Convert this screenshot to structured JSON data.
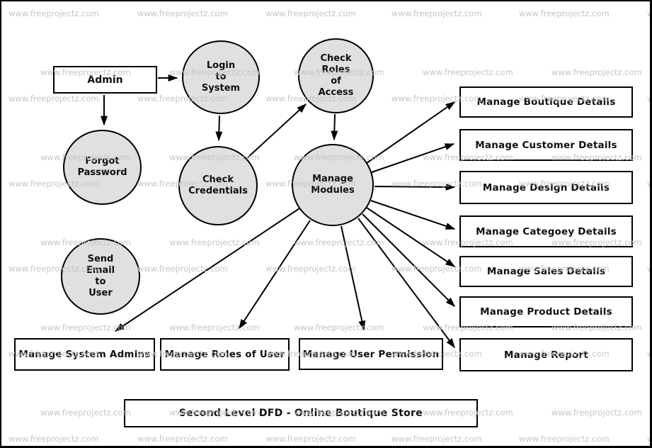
{
  "diagram": {
    "title": "Second Level DFD - Online Boutique Store",
    "watermark": "www.freeprojectz.com",
    "colors": {
      "process_fill": "#e0e0e0",
      "stroke": "#000000",
      "watermark": "#c6c6c6"
    },
    "entities": {
      "admin": "Admin"
    },
    "processes": {
      "login": "Login\nto\nSystem",
      "check_roles": "Check\nRoles\nof\nAccess",
      "forgot_password": "Forgot\nPassword",
      "check_credentials": "Check\nCredentials",
      "manage_modules": "Manage\nModules",
      "send_email": "Send\nEmail\nto\nUser"
    },
    "stores": {
      "boutique": "Manage Boutique Details",
      "customer": "Manage Customer Details",
      "design": "Manage Design Details",
      "categoey": "Manage Categoey Details",
      "sales": "Manage Sales Details",
      "product": "Manage Product Details",
      "report": "Manage Report",
      "system_admins": "Manage System Admins",
      "roles_of_user": "Manage Roles of User",
      "user_permission": "Manage User Permission"
    }
  }
}
